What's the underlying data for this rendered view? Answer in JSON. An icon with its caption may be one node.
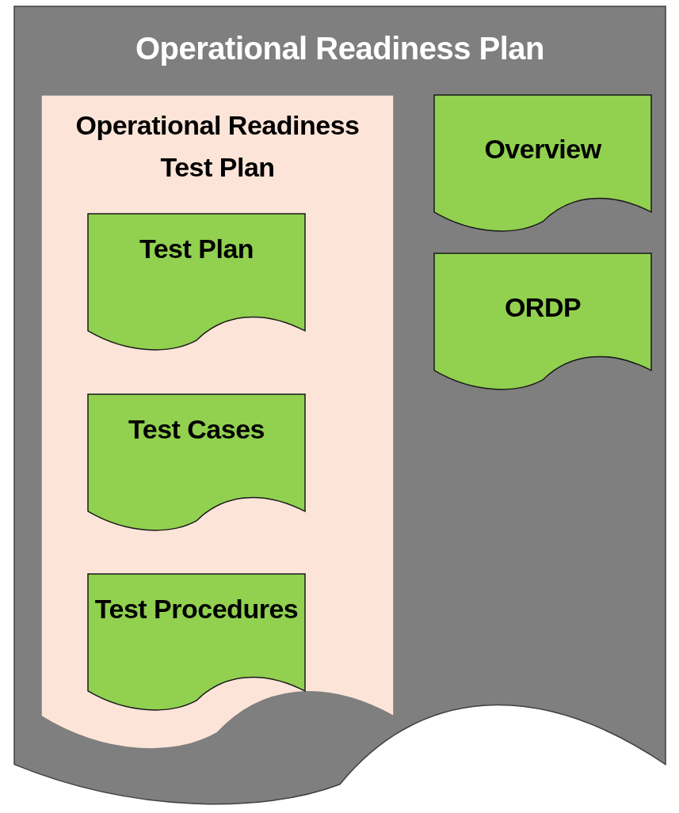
{
  "diagram": {
    "nodes": [
      {
        "text": [
          "Operational Readiness Plan"
        ]
      },
      {
        "text": [
          "Operational Readiness Test Plan"
        ],
        "in": 0
      },
      {
        "text": [
          "Test Plan"
        ],
        "in": 1
      },
      {
        "text": [
          "Test Cases"
        ],
        "in": 1
      },
      {
        "text": [
          "Test Procedures"
        ],
        "in": 1
      },
      {
        "text": [
          "Overview"
        ],
        "in": 0
      },
      {
        "text": [
          "ORDP"
        ],
        "in": 0
      }
    ]
  }
}
